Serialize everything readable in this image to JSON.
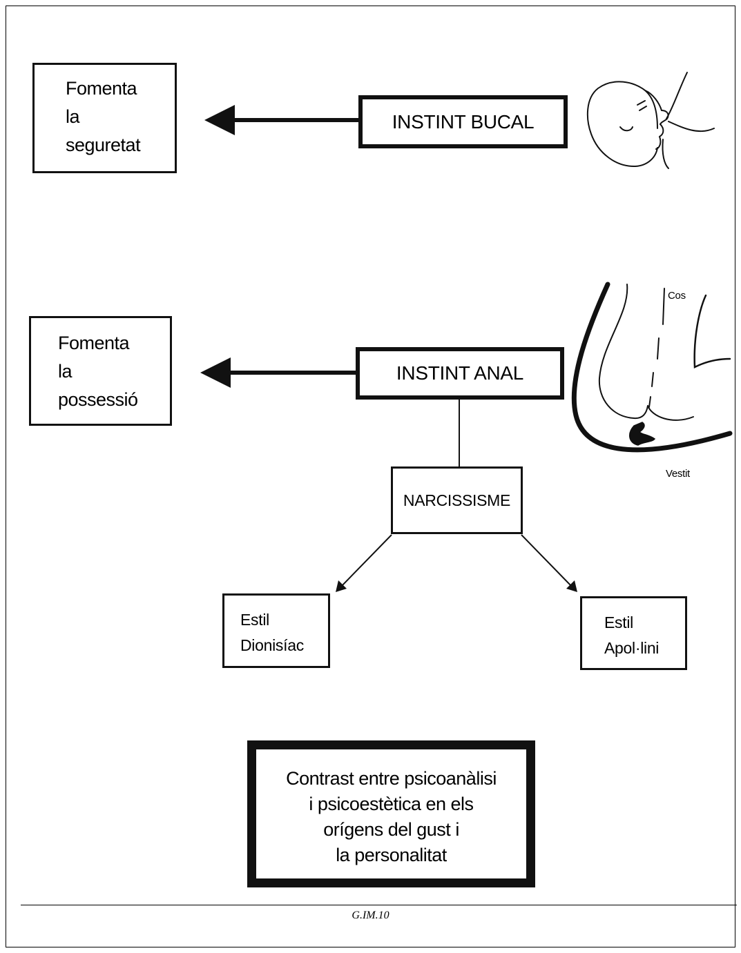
{
  "boxes": {
    "fomenta_seguretat": [
      "Fomenta",
      "la",
      "seguretat"
    ],
    "instint_bucal": "INSTINT BUCAL",
    "fomenta_possessio": [
      "Fomenta",
      "la",
      "possessió"
    ],
    "instint_anal": "INSTINT ANAL",
    "narcissisme": "NARCISSISME",
    "estil_dionisiac": [
      "Estil",
      "Dionisíac"
    ],
    "estil_apollini": [
      "Estil",
      "Apol·lini"
    ],
    "title": [
      "Contrast entre psicoanàlisi",
      "i psicoestètica en els",
      "orígens del gust i",
      "la personalitat"
    ]
  },
  "illustration_labels": {
    "cos": "Cos",
    "vestit": "Vestit"
  },
  "icons": {
    "baby": "baby-nursing-icon",
    "body_clothing": "body-in-clothing-icon"
  },
  "caption": "G.IM.10"
}
